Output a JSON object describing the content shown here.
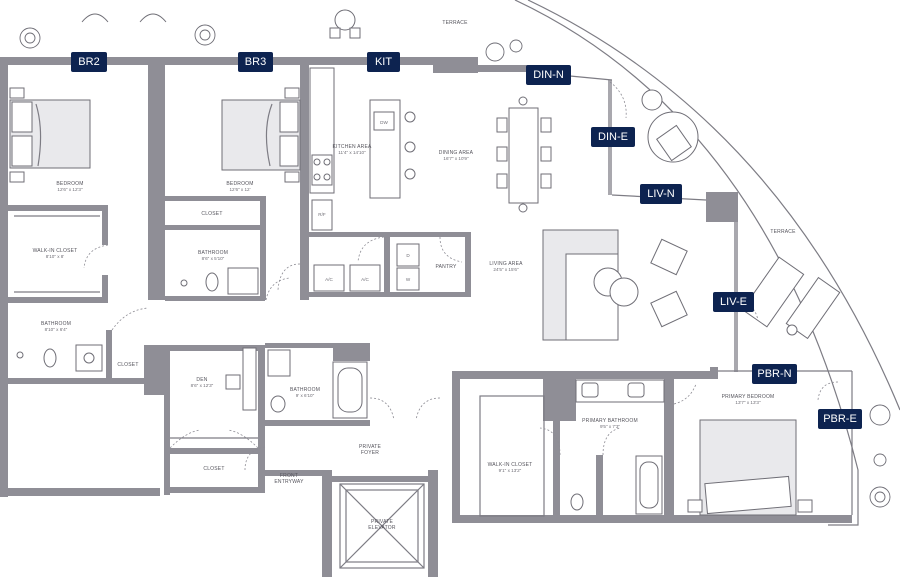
{
  "view_tags": [
    {
      "id": "br2",
      "label": "BR2"
    },
    {
      "id": "br3",
      "label": "BR3"
    },
    {
      "id": "kit",
      "label": "KIT"
    },
    {
      "id": "din-n",
      "label": "DIN-N"
    },
    {
      "id": "din-e",
      "label": "DIN-E"
    },
    {
      "id": "liv-n",
      "label": "LIV-N"
    },
    {
      "id": "liv-e",
      "label": "LIV-E"
    },
    {
      "id": "pbr-n",
      "label": "PBR-N"
    },
    {
      "id": "pbr-e",
      "label": "PBR-E"
    }
  ],
  "rooms": {
    "terrace_top": "TERRACE",
    "terrace_right": "TERRACE",
    "bedroom_1": {
      "name": "BEDROOM",
      "dim": "12'6\" x 12'3\""
    },
    "bedroom_2": {
      "name": "BEDROOM",
      "dim": "12'6\" x 12'"
    },
    "kitchen": {
      "name": "KITCHEN AREA",
      "dim": "11'4\" x 14'10\""
    },
    "dining": {
      "name": "DINING AREA",
      "dim": "16'7\" x 10'9\""
    },
    "walkin_1": {
      "name": "WALK-IN CLOSET",
      "dim": "8'10\" x 8'"
    },
    "closet_1": "CLOSET",
    "bath_2": {
      "name": "BATHROOM",
      "dim": "8'6\" x 5'10\""
    },
    "pantry": "PANTRY",
    "living": {
      "name": "LIVING AREA",
      "dim": "24'5\" x 15'6\""
    },
    "bath_1": {
      "name": "BATHROOM",
      "dim": "8'10\" x 6'4\""
    },
    "closet_2": "CLOSET",
    "den": {
      "name": "DEN",
      "dim": "8'6\" x 12'3\""
    },
    "bath_3": {
      "name": "BATHROOM",
      "dim": "9' x 6'10\""
    },
    "closet_3": "CLOSET",
    "foyer": {
      "name": "PRIVATE",
      "name2": "FOYER"
    },
    "front": {
      "name": "FRONT",
      "name2": "ENTRYWAY"
    },
    "elevator": {
      "name": "PRIVATE",
      "name2": "ELEVATOR"
    },
    "primary_bath": {
      "name": "PRIMARY BATHROOM",
      "dim": "9'5\" x 7'3\""
    },
    "walkin_2": {
      "name": "WALK-IN CLOSET",
      "dim": "9'1\" x 13'2\""
    },
    "primary_bed": {
      "name": "PRIMARY BEDROOM",
      "dim": "13'7\" x 13'3\""
    }
  },
  "fixtures": {
    "dw": "DW",
    "rf": "R/F",
    "ac_1": "A/C",
    "ac_2": "A/C",
    "w": "W",
    "d": "D"
  }
}
